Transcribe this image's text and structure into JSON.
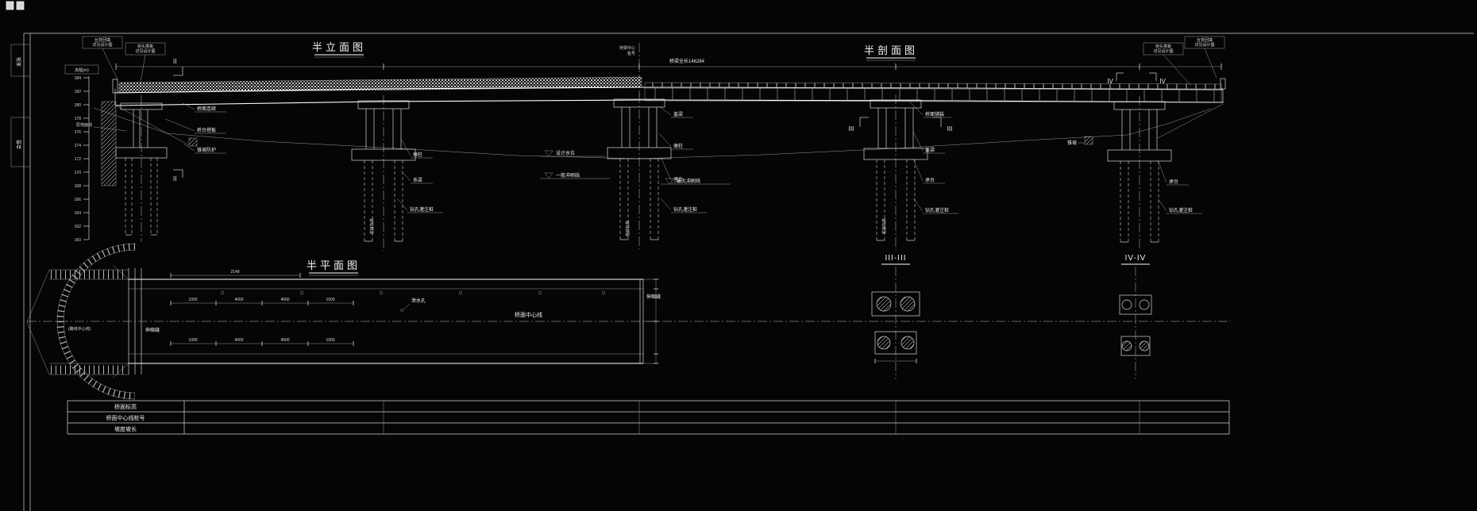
{
  "colors": {
    "line": "#d4d4d4",
    "background": "#050505"
  },
  "frame": {
    "box1": "发张",
    "box2": "会签"
  },
  "titles": {
    "half_elevation": "半立面图",
    "half_section": "半剖面图",
    "half_plan": "半平面图",
    "section_iii": "III-III",
    "section_iv": "IV-IV"
  },
  "top": {
    "total_length": "桥梁全长146284",
    "center_l1": "桥梁中心",
    "center_l2": "桩号",
    "note_left1_l1": "台背回填",
    "note_left1_l2": "详见设计图",
    "note_left2_l1": "桥头搭板",
    "note_left2_l2": "详见设计图",
    "note_right1_l1": "桥头搭板",
    "note_right1_l2": "详见设计图",
    "note_right2_l1": "台背回填",
    "note_right2_l2": "详见设计图"
  },
  "ruler": {
    "title": "高程(m)",
    "values": [
      "184",
      "182",
      "180",
      "178",
      "176",
      "174",
      "172",
      "170",
      "168",
      "166",
      "164",
      "162",
      "160"
    ]
  },
  "cuts": {
    "ii": "II",
    "iii": "III",
    "iv": "IV"
  },
  "water": [
    "设计水位",
    "一般冲刷线",
    "最大冲刷线"
  ],
  "ann": [
    "桥面连续",
    "桥台搭板",
    "锥坡防护",
    "墩柱",
    "系梁",
    "钻孔灌注桩",
    "盖梁",
    "墩柱",
    "承台",
    "钻孔灌注桩",
    "桥面铺装",
    "盖梁",
    "承台",
    "钻孔灌注桩",
    "承台",
    "钻孔灌注桩",
    "锥坡",
    "原地面线",
    "桩底标高",
    "桩底标高",
    "桩底标高"
  ],
  "plan": {
    "centerline_label": "桥面中心线",
    "road_center_label": "(路线中心线)",
    "joint_left": "伸缩缝",
    "joint_right": "伸缩缝",
    "drain": "泄水孔",
    "dim_total": "2149",
    "dims": [
      "1000",
      "4000",
      "4000",
      "1000"
    ]
  },
  "table": {
    "rows": [
      "桥面标高",
      "桥面中心线桩号",
      "坡度坡长"
    ]
  }
}
